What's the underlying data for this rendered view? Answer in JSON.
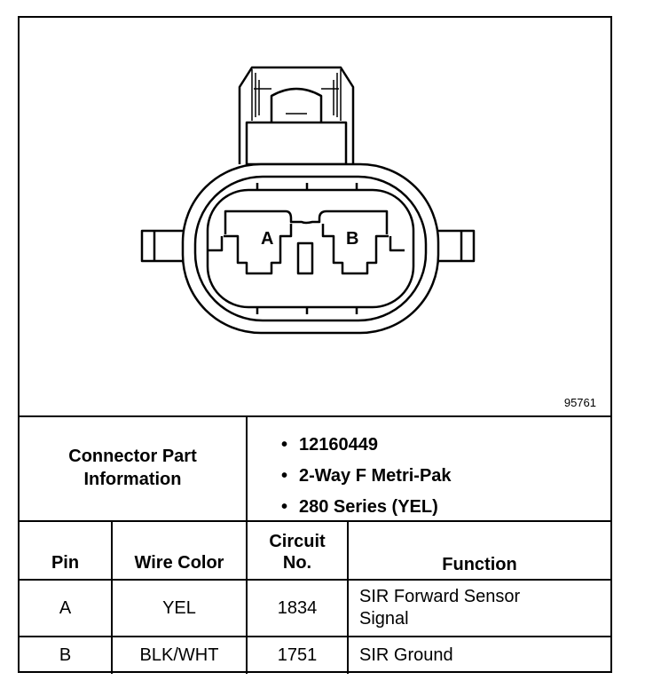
{
  "figure_number": "95761",
  "connector": {
    "pin_labels": [
      "A",
      "B"
    ],
    "info_label_line1": "Connector Part",
    "info_label_line2": "Information",
    "details": [
      "12160449",
      "2-Way F Metri-Pak",
      "280 Series (YEL)"
    ]
  },
  "table": {
    "headers": {
      "pin": "Pin",
      "wire_color": "Wire Color",
      "circuit_line1": "Circuit",
      "circuit_line2": "No.",
      "function": "Function"
    },
    "rows": [
      {
        "pin": "A",
        "wire_color": "YEL",
        "circuit": "1834",
        "function_line1": "SIR Forward Sensor",
        "function_line2": "Signal"
      },
      {
        "pin": "B",
        "wire_color": "BLK/WHT",
        "circuit": "1751",
        "function_line1": "SIR Ground",
        "function_line2": ""
      }
    ]
  }
}
